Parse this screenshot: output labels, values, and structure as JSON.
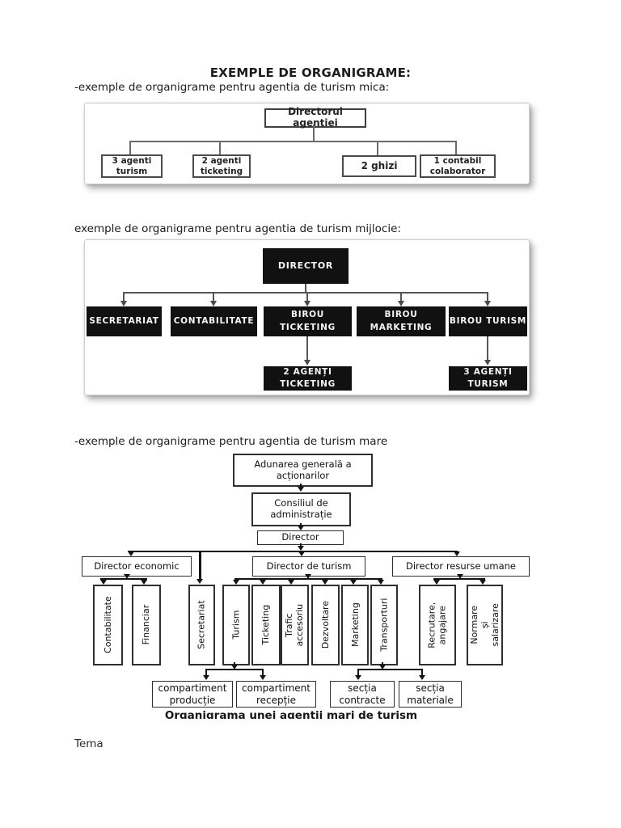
{
  "page": {
    "title": "EXEMPLE DE ORGANIGRAME:",
    "footer": "Tema"
  },
  "sections": {
    "small": {
      "heading": "-exemple de organigrame pentru agentia de turism mica:",
      "root": "Directorul agentiei",
      "children": [
        "3 agenti\nturism",
        "2 agenti\nticketing",
        "2 ghizi",
        "1 contabil\ncolaborator"
      ]
    },
    "medium": {
      "heading": "exemple de organigrame pentru agentia de turism mijlocie:",
      "root": "DIRECTOR",
      "departments": [
        "SECRETARIAT",
        "CONTABILITATE",
        "BIROU\nTICKETING",
        "BIROU\nMARKETING",
        "BIROU TURISM"
      ],
      "subordinates": [
        "2 AGENȚI\nTICKETING",
        "3 AGENȚI\nTURISM"
      ]
    },
    "large": {
      "heading": "-exemple de organigrame pentru agentia de turism mare",
      "level1": "Adunarea generală a\nacționarilor",
      "level2": "Consiliul de\nadministrație",
      "level3": "Director",
      "directors": [
        "Director economic",
        "Director de turism",
        "Director resurse umane"
      ],
      "economic_children": [
        "Contabilitate",
        "Financiar"
      ],
      "direct_child": "Secretariat",
      "turism_children": [
        "Turism",
        "Ticketing",
        "Trafic accesoriu",
        "Dezvoltare",
        "Marketing",
        "Transporturi"
      ],
      "resurse_children": [
        "Recrutare,\nangajare",
        "Normare și\nsalarizare"
      ],
      "bottom_left": [
        "compartiment\nproducție",
        "compartiment\nrecepție"
      ],
      "bottom_right": [
        "secția\ncontracte",
        "secția\nmateriale"
      ],
      "caption": "Organigrama unei agentii mari de turism"
    }
  }
}
